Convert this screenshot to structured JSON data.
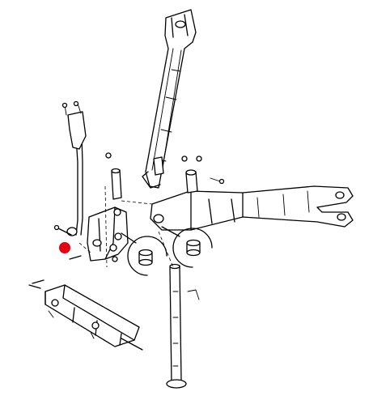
{
  "diagram": {
    "parts": [
      "upper-link-arm",
      "lower-link-arm",
      "mounting-bracket",
      "lift-rod",
      "drawbar-frame",
      "support-stand",
      "bushing-detail-left",
      "bushing-detail-right",
      "hitch-pins",
      "fasteners"
    ],
    "marker": {
      "shape": "dot",
      "color": "#e3000f"
    }
  },
  "colors": {
    "line": "#000000",
    "background": "#ffffff",
    "marker": "#e3000f"
  }
}
